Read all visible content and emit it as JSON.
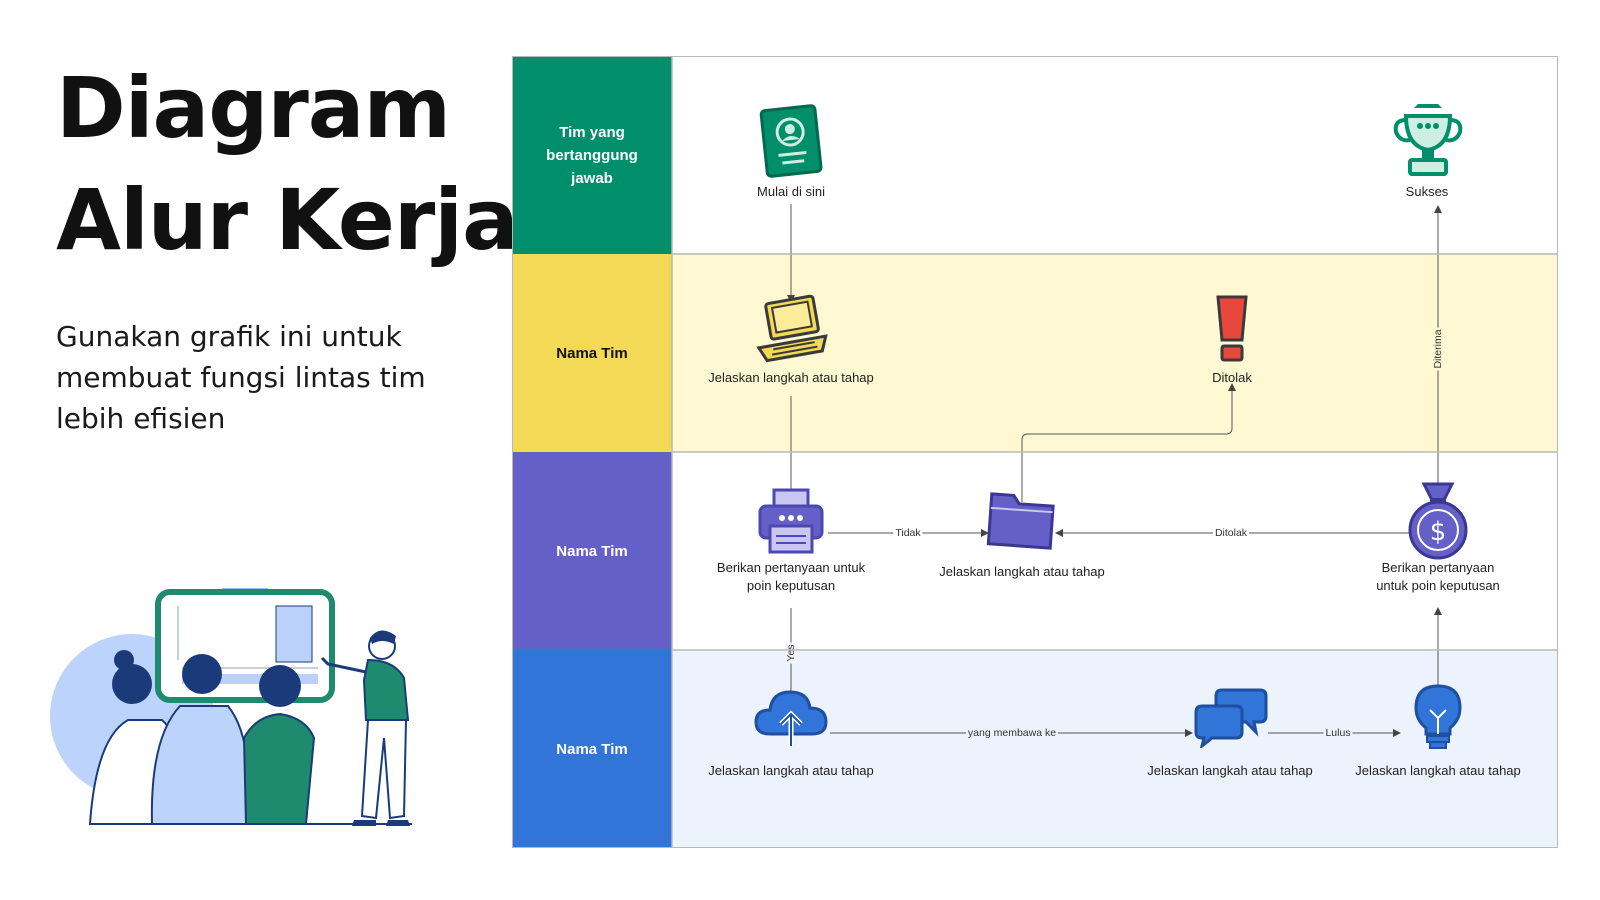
{
  "header": {
    "title_line1": "Diagram",
    "title_line2": "Alur Kerja",
    "subtitle": "Gunakan grafik ini untuk membuat fungsi lintas tim lebih efisien"
  },
  "lanes": [
    {
      "label": "Tim yang bertanggung jawab",
      "head_color": "#008f6a",
      "body_color": "#ffffff",
      "text_color": "#ffffff"
    },
    {
      "label": "Nama Tim",
      "head_color": "#f3d955",
      "body_color": "#fef9d3",
      "text_color": "#111111"
    },
    {
      "label": "Nama Tim",
      "head_color": "#6460c8",
      "body_color": "#ffffff",
      "text_color": "#ffffff"
    },
    {
      "label": "Nama Tim",
      "head_color": "#3175d9",
      "body_color": "#edf3fd",
      "text_color": "#ffffff"
    }
  ],
  "nodes": {
    "start": {
      "label": "Mulai di sini",
      "icon": "id-card-icon"
    },
    "success": {
      "label": "Sukses",
      "icon": "trophy-icon"
    },
    "laptop": {
      "label": "Jelaskan langkah atau tahap",
      "icon": "laptop-icon"
    },
    "rejected": {
      "label": "Ditolak",
      "icon": "exclamation-icon"
    },
    "printer": {
      "label_line1": "Berikan pertanyaan untuk",
      "label_line2": "poin keputusan",
      "icon": "printer-icon"
    },
    "folder": {
      "label": "Jelaskan langkah atau tahap",
      "icon": "folder-icon"
    },
    "moneybag": {
      "label_line1": "Berikan pertanyaan",
      "label_line2": "untuk poin keputusan",
      "icon": "money-bag-icon"
    },
    "cloud": {
      "label": "Jelaskan langkah atau tahap",
      "icon": "cloud-upload-icon"
    },
    "chat": {
      "label": "Jelaskan langkah atau tahap",
      "icon": "chat-bubbles-icon"
    },
    "bulb": {
      "label": "Jelaskan langkah atau tahap",
      "icon": "lightbulb-icon"
    }
  },
  "edges": {
    "tidak": "Tidak",
    "ditolak": "Ditolak",
    "yes": "Yes",
    "yang_membawa_ke": "yang membawa ke",
    "lulus": "Lulus",
    "diterima": "Diterima"
  },
  "colors": {
    "green": "#008f6a",
    "yellow": "#f3d955",
    "purple": "#6460c8",
    "blue": "#3175d9",
    "red": "#e8473b"
  }
}
